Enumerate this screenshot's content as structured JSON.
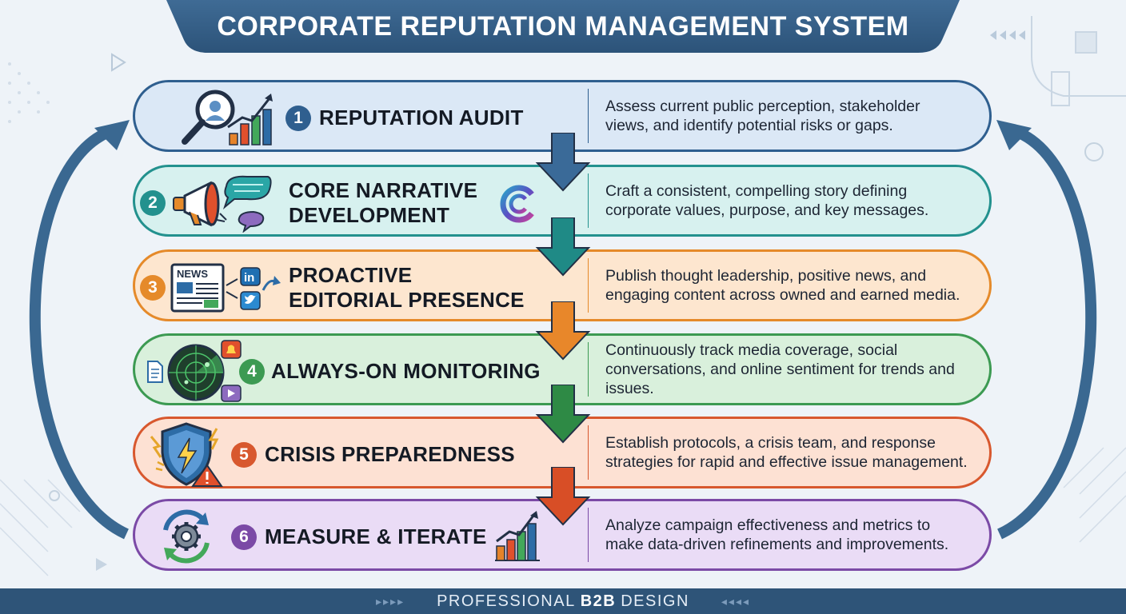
{
  "title": "CORPORATE REPUTATION MANAGEMENT SYSTEM",
  "steps": [
    {
      "number": "1",
      "title_lines": [
        "REPUTATION AUDIT"
      ],
      "desc_lines": [
        "Assess current public perception, stakeholder",
        "views, and identify potential risks or gaps."
      ],
      "color": "#2f5f8f",
      "fill": "#dbe8f6",
      "arrow": "#3a6a98",
      "icon": "magnifier-chart-icon"
    },
    {
      "number": "2",
      "title_lines": [
        "CORE NARRATIVE",
        "DEVELOPMENT"
      ],
      "desc_lines": [
        "Craft a consistent, compelling story defining",
        "corporate values, purpose, and key messages."
      ],
      "color": "#23918e",
      "fill": "#d7f1ef",
      "arrow": "#1f8a86",
      "icon": "megaphone-icon",
      "logo_letter": "C"
    },
    {
      "number": "3",
      "title_lines": [
        "PROACTIVE",
        "EDITORIAL PRESENCE"
      ],
      "desc_lines": [
        "Publish thought leadership, positive news, and",
        "engaging content across owned and earned media."
      ],
      "color": "#e58a2a",
      "fill": "#fde6cf",
      "arrow": "#e8872a",
      "icon": "newspaper-icon",
      "news_label": "NEWS",
      "in_label": "in"
    },
    {
      "number": "4",
      "title_lines": [
        "ALWAYS-ON MONITORING"
      ],
      "desc_lines": [
        "Continuously track media coverage, social",
        "conversations, and online sentiment for trends and issues."
      ],
      "color": "#3c9a52",
      "fill": "#d9f0dc",
      "arrow": "#2e8a45",
      "icon": "radar-icon"
    },
    {
      "number": "5",
      "title_lines": [
        "CRISIS PREPAREDNESS"
      ],
      "desc_lines": [
        "Establish protocols, a crisis team, and response",
        "strategies for rapid and effective issue management."
      ],
      "color": "#d8582e",
      "fill": "#fde1d3",
      "arrow": "#d84e26",
      "icon": "shield-lightning-icon"
    },
    {
      "number": "6",
      "title_lines": [
        "MEASURE & ITERATE"
      ],
      "desc_lines": [
        "Analyze campaign effectiveness and metrics to",
        "make data-driven refinements and improvements."
      ],
      "color": "#7b4aa6",
      "fill": "#eadcf6",
      "arrow": null,
      "icon": "gear-cycle-icon"
    }
  ],
  "footer": {
    "prefix": "PROFESSIONAL",
    "bold": "B2B",
    "suffix": "DESIGN",
    "chev_left": "▸▸▸▸",
    "chev_right": "◂◂◂◂"
  }
}
